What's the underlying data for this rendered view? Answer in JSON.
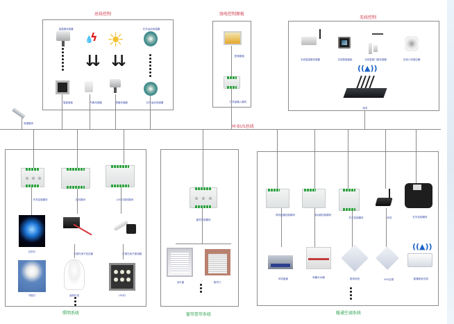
{
  "diagram": {
    "bus_label": "M-BUS总线",
    "power_module": {
      "label": "电源模块",
      "icon": "power-module-icon"
    },
    "sections": {
      "bus_control": {
        "title": "总线控制",
        "devices": [
          {
            "label": "温湿度传感器",
            "icon": "temperature-humidity-sensor-icon"
          },
          {
            "label": "智能面板",
            "icon": "smart-panel-icon"
          },
          {
            "label": "气象传感器",
            "icon": "weather-sensor-icon"
          },
          {
            "label": "照度传感器",
            "icon": "illuminance-sensor-icon"
          },
          {
            "label": "红外运动传感器",
            "icon": "infrared-motion-sensor-icon"
          },
          {
            "label": "红外运动传感器",
            "icon": "infrared-motion-sensor-icon"
          }
        ],
        "arrows": [
          "rain-icon",
          "sun-icon"
        ]
      },
      "strong_current_panel": {
        "title": "强电控制面板",
        "devices": [
          {
            "label": "配电箱柜",
            "icon": "distribution-box-icon"
          },
          {
            "label": "开关量输入模块",
            "icon": "switch-input-module-icon"
          }
        ]
      },
      "wireless_control": {
        "title": "无线控制",
        "devices": [
          {
            "label": "无线温湿度传感器",
            "icon": "wireless-temp-sensor-icon"
          },
          {
            "label": "无线智能面板",
            "icon": "wireless-panel-icon"
          },
          {
            "label": "无线智能门磁传感器",
            "icon": "door-magnet-sensor-icon"
          },
          {
            "label": "无线人体感应器",
            "icon": "human-body-sensor-icon"
          },
          {
            "label": "网关",
            "icon": "gateway-router-icon"
          }
        ]
      },
      "lighting": {
        "title": "照明系统",
        "modules": [
          {
            "label": "开关控制模块",
            "icon": "switch-control-module-icon"
          },
          {
            "label": "调光模块",
            "icon": "dimming-module-icon"
          },
          {
            "label": "LED灯调光模块",
            "icon": "led-dimming-module-icon"
          }
        ],
        "devices": [
          {
            "label": "白炽灯",
            "icon": "incandescent-lamp-icon"
          },
          {
            "label": "可调光电子变压器",
            "icon": "electronic-transformer-icon"
          },
          {
            "label": "可调光电子镇流器",
            "icon": "electronic-ballast-icon"
          },
          {
            "label": "节能灯",
            "icon": "energy-saving-lamp-icon"
          },
          {
            "label": "卤钨灯泡",
            "icon": "halogen-bulb-icon"
          },
          {
            "label": "LED灯",
            "icon": "led-lamp-icon"
          }
        ]
      },
      "curtain": {
        "title": "窗帘卷帘系统",
        "modules": [
          {
            "label": "窗帘控制模块",
            "icon": "curtain-control-module-icon"
          }
        ],
        "devices": [
          {
            "label": "百叶窗",
            "icon": "shutter-window-icon"
          },
          {
            "label": "卷帘门",
            "icon": "rolling-door-icon"
          }
        ]
      },
      "hvac": {
        "title": "暖通空调系统",
        "modules": [
          {
            "label": "风机盘管控制模块",
            "icon": "fan-coil-module-icon"
          },
          {
            "label": "电动阀控制模块",
            "icon": "valve-module-icon"
          },
          {
            "label": "开关控制模块",
            "icon": "switch-module-icon"
          },
          {
            "label": "网关",
            "icon": "wifi-gateway-icon"
          },
          {
            "label": "红外控制模块",
            "icon": "infrared-module-icon"
          }
        ],
        "devices": [
          {
            "label": "风机盘管",
            "icon": "fan-coil-unit-icon"
          },
          {
            "label": "地暖分水器",
            "icon": "floor-heating-manifold-icon"
          },
          {
            "label": "新风系统",
            "icon": "fresh-air-system-icon"
          },
          {
            "label": "VRV空调",
            "icon": "vrv-ac-icon"
          },
          {
            "label": "普通家用空调",
            "icon": "household-ac-icon"
          }
        ]
      }
    }
  }
}
